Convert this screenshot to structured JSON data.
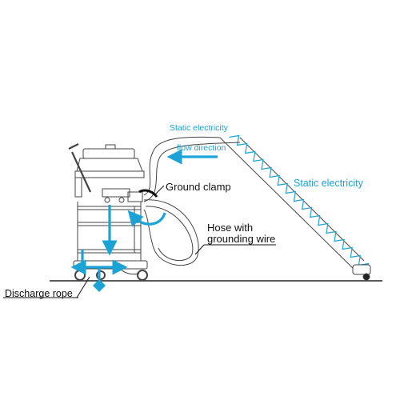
{
  "labels": {
    "static_top": "Static electricity",
    "flow_direction": "flow direction",
    "static_right": "Static electricity",
    "ground_clamp": "Ground clamp",
    "hose_line1": "Hose with",
    "hose_line2": "grounding wire",
    "discharge_rope": "Discharge rope"
  },
  "colors": {
    "accent": "#1ba3d6",
    "line": "#222222",
    "outline": "#444444"
  },
  "icons": {
    "flow_arrow": "arrow-left-icon",
    "discharge_arrow": "arrow-down-icon"
  }
}
